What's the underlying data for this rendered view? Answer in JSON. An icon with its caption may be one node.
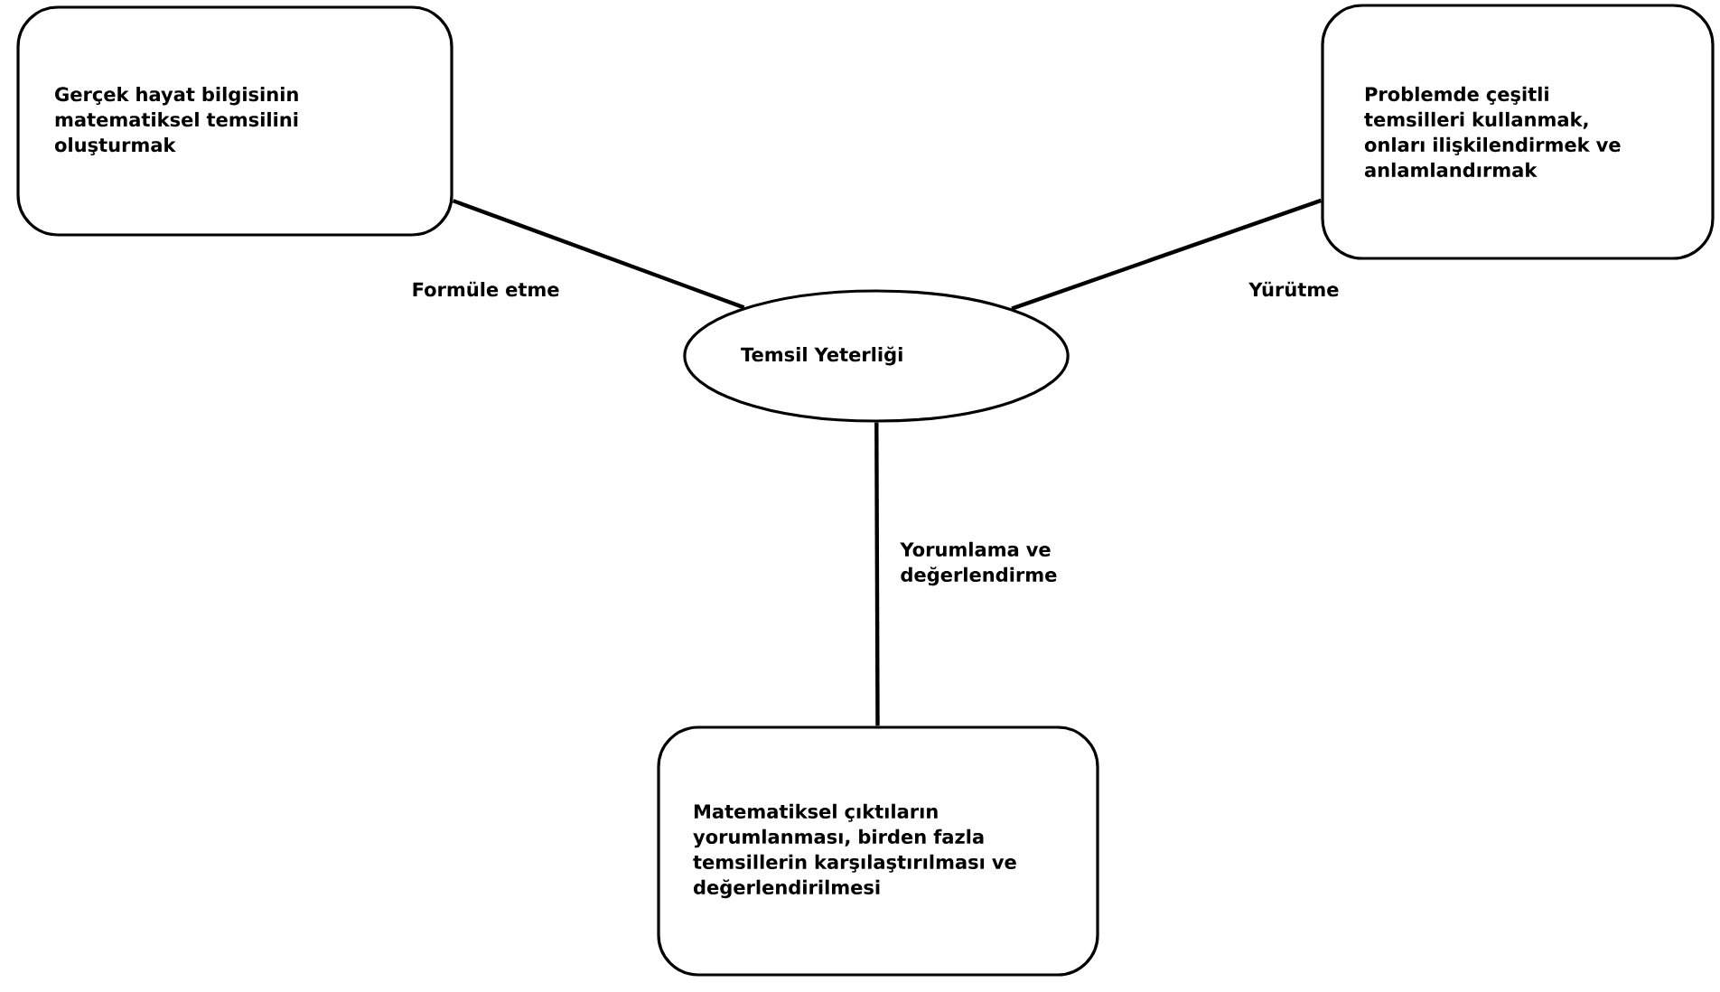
{
  "diagram": {
    "nodes": [
      {
        "text": [
          "Temsil Yeterliği"
        ]
      },
      {
        "text": [
          "Gerçek hayat bilgisinin matematiksel temsilini oluşturmak"
        ]
      },
      {
        "text": [
          "Problemde çeşitli temsilleri kullanmak, onları ilişkilendirmek ve anlamlandırmak"
        ]
      },
      {
        "text": [
          "Matematiksel çıktıların yorumlanması, birden fazla temsillerin karşılaştırılması ve değerlendirilmesi"
        ]
      }
    ],
    "edges": [
      {
        "from": 1,
        "to": 0,
        "arrow": "none",
        "label": "Formüle etme"
      },
      {
        "from": 2,
        "to": 0,
        "arrow": "none",
        "label": "Yürütme"
      },
      {
        "from": 0,
        "to": 3,
        "arrow": "none",
        "label": "Yorumlama ve değerlendirme"
      }
    ]
  }
}
